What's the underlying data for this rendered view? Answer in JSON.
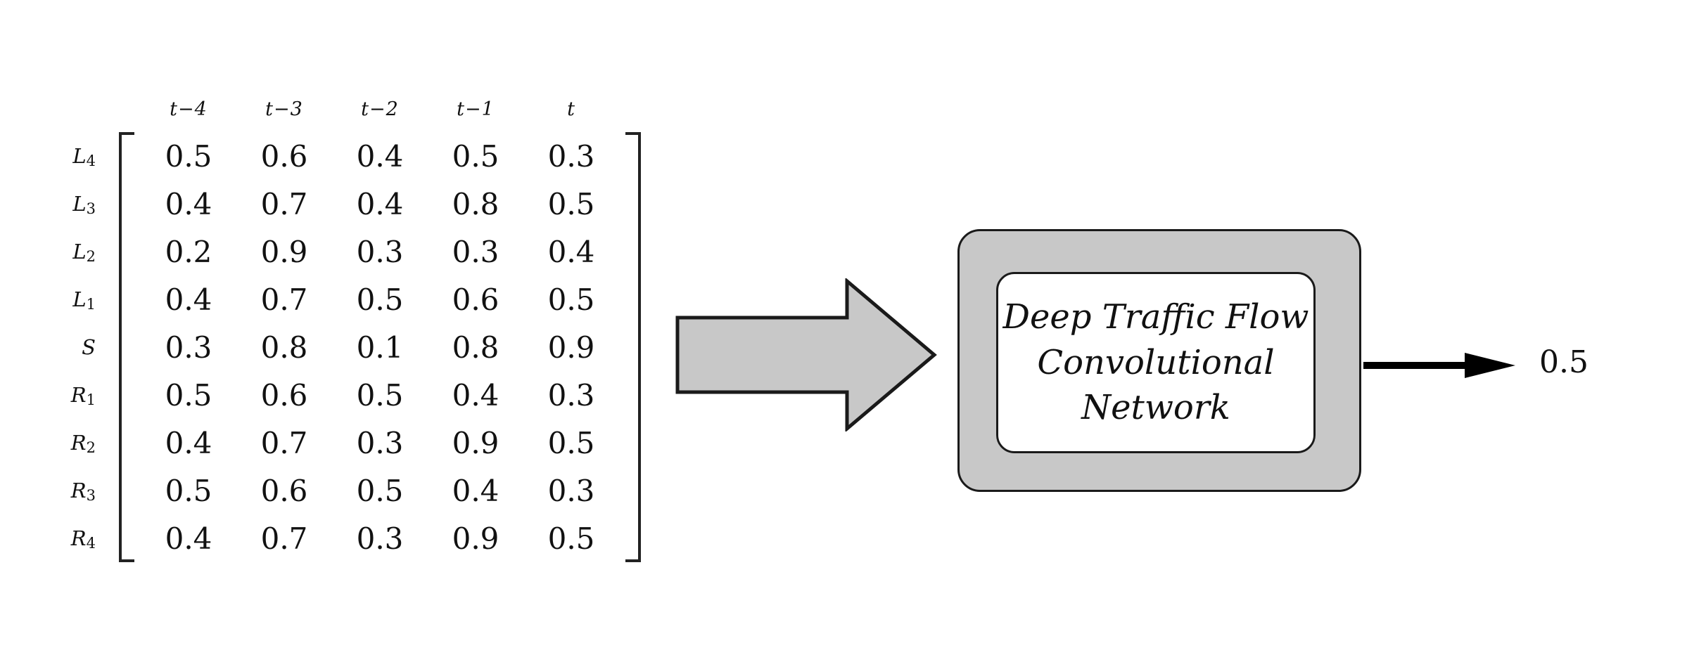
{
  "matrix": {
    "headers": [
      "t−4",
      "t−3",
      "t−2",
      "t−1",
      "t"
    ],
    "rows": [
      {
        "base": "L",
        "sub": "4",
        "values": [
          "0.5",
          "0.6",
          "0.4",
          "0.5",
          "0.3"
        ]
      },
      {
        "base": "L",
        "sub": "3",
        "values": [
          "0.4",
          "0.7",
          "0.4",
          "0.8",
          "0.5"
        ]
      },
      {
        "base": "L",
        "sub": "2",
        "values": [
          "0.2",
          "0.9",
          "0.3",
          "0.3",
          "0.4"
        ]
      },
      {
        "base": "L",
        "sub": "1",
        "values": [
          "0.4",
          "0.7",
          "0.5",
          "0.6",
          "0.5"
        ]
      },
      {
        "base": "S",
        "sub": "",
        "values": [
          "0.3",
          "0.8",
          "0.1",
          "0.8",
          "0.9"
        ]
      },
      {
        "base": "R",
        "sub": "1",
        "values": [
          "0.5",
          "0.6",
          "0.5",
          "0.4",
          "0.3"
        ]
      },
      {
        "base": "R",
        "sub": "2",
        "values": [
          "0.4",
          "0.7",
          "0.3",
          "0.9",
          "0.5"
        ]
      },
      {
        "base": "R",
        "sub": "3",
        "values": [
          "0.5",
          "0.6",
          "0.5",
          "0.4",
          "0.3"
        ]
      },
      {
        "base": "R",
        "sub": "4",
        "values": [
          "0.4",
          "0.7",
          "0.3",
          "0.9",
          "0.5"
        ]
      }
    ]
  },
  "network_box": {
    "lines": [
      "Deep Traffic Flow",
      "Convolutional",
      "Network"
    ]
  },
  "output": {
    "value": "0.5"
  },
  "colors": {
    "arrow-fill": "#c8c8c8",
    "box-fill": "#c8c8c8",
    "ink": "#111111"
  }
}
